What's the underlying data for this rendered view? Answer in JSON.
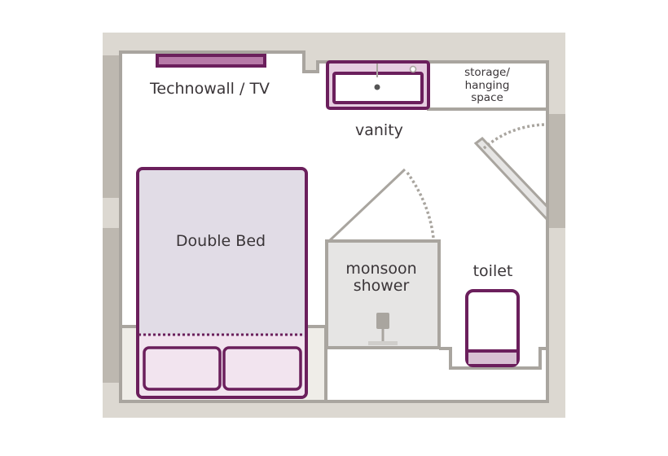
{
  "labels": {
    "tv": "Technowall / TV",
    "vanity": "vanity",
    "storage_line1": "storage/",
    "storage_line2": "hanging",
    "storage_line3": "space",
    "bed": "Double Bed",
    "shower_line1": "monsoon",
    "shower_line2": "shower",
    "toilet": "toilet"
  },
  "colors": {
    "frame": "#dcd8d1",
    "wall": "#a9a59f",
    "furniture_outline": "#6b1f5c",
    "bed_fill": "#e1dce6",
    "pillow_fill": "#f2e4ef",
    "shower_fill": "#e6e5e4"
  }
}
